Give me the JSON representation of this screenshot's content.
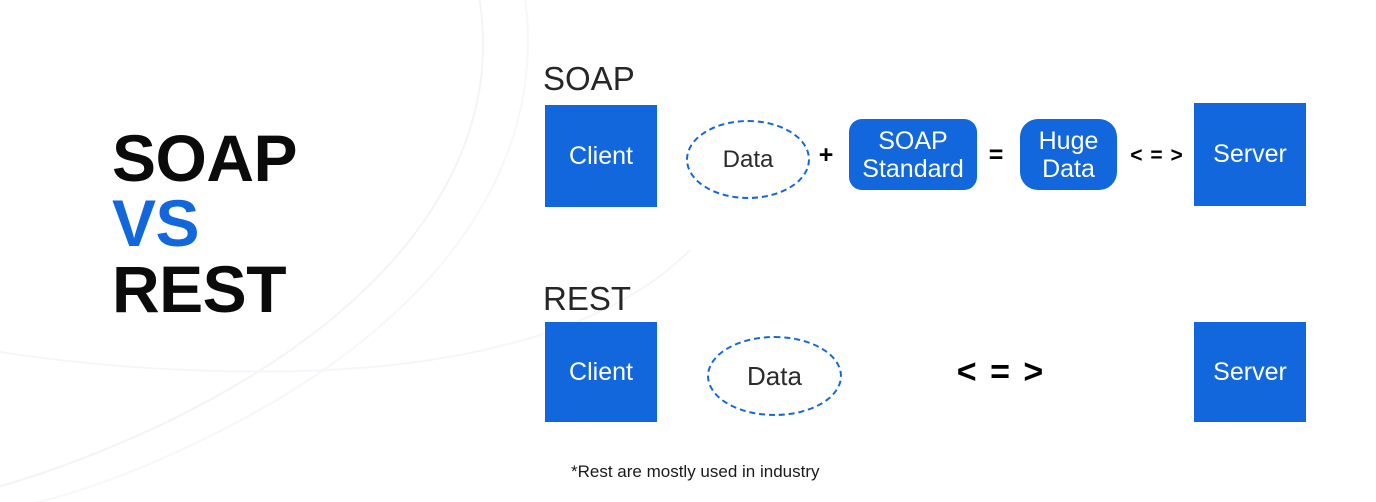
{
  "meta": {
    "background_color": "#ffffff",
    "accent_color": "#1267DC",
    "text_dark": "#0b0b0b",
    "label_color": "#262626"
  },
  "headline": {
    "line1": "SOAP",
    "line2": "VS",
    "line3": "REST"
  },
  "soap_row": {
    "label": "SOAP",
    "client": "Client",
    "data": "Data",
    "plus": "+",
    "standard_line1": "SOAP",
    "standard_line2": "Standard",
    "equals": "=",
    "huge_line1": "Huge",
    "huge_line2": "Data",
    "exchange": "< = >",
    "server": "Server"
  },
  "rest_row": {
    "label": "REST",
    "client": "Client",
    "data": "Data",
    "exchange": "< = >",
    "server": "Server"
  },
  "footnote": {
    "text": "*Rest are mostly used in industry"
  }
}
